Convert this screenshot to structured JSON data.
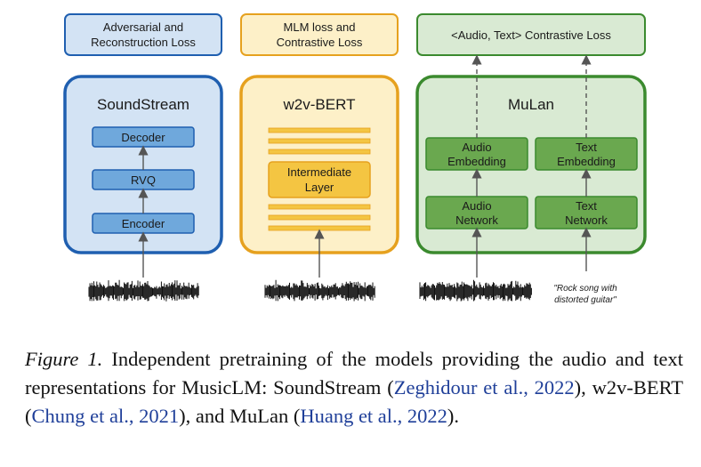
{
  "figure": {
    "soundstream": {
      "loss_line1": "Adversarial and",
      "loss_line2": "Reconstruction Loss",
      "title": "SoundStream",
      "decoder": "Decoder",
      "rvq": "RVQ",
      "encoder": "Encoder",
      "colors": {
        "fill": "#d3e3f4",
        "border": "#1f5fb0",
        "block": "#6fa8dc"
      }
    },
    "w2vbert": {
      "loss_line1": "MLM loss and",
      "loss_line2": "Contrastive Loss",
      "title": "w2v-BERT",
      "intermediate_line1": "Intermediate",
      "intermediate_line2": "Layer",
      "colors": {
        "fill": "#fdf0c8",
        "border": "#e6a11e",
        "block": "#f4c542"
      }
    },
    "mulan": {
      "loss": "<Audio, Text> Contrastive Loss",
      "title": "MuLan",
      "audio_embedding_line1": "Audio",
      "audio_embedding_line2": "Embedding",
      "text_embedding_line1": "Text",
      "text_embedding_line2": "Embedding",
      "audio_network_line1": "Audio",
      "audio_network_line2": "Network",
      "text_network_line1": "Text",
      "text_network_line2": "Network",
      "text_input_line1": "\"Rock song with",
      "text_input_line2": "distorted guitar\"",
      "colors": {
        "fill": "#d9ead3",
        "border": "#3b8a2e",
        "block": "#6aa84f"
      }
    }
  },
  "caption": {
    "label": "Figure 1.",
    "text1": " Independent pretraining of the models providing the audio and text representations for MusicLM: SoundStream (",
    "cite1": "Zeghidour et al., 2022",
    "text2": "), w2v-BERT (",
    "cite2": "Chung et al., 2021",
    "text3": "), and MuLan (",
    "cite3": "Huang et al., 2022",
    "text4": ")."
  }
}
